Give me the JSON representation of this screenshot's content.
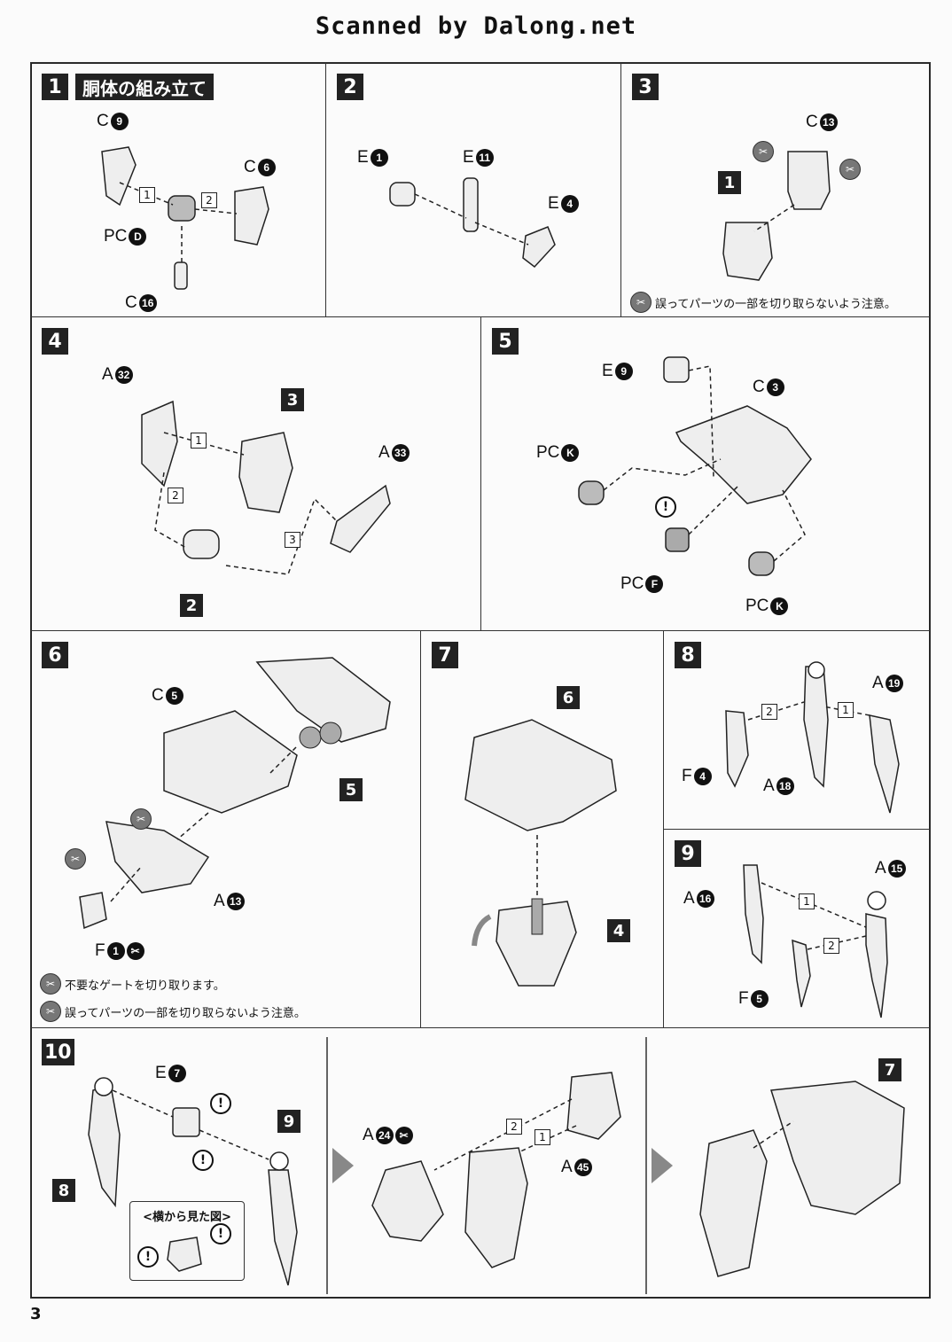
{
  "header": "Scanned by Dalong.net",
  "page_number": "3",
  "steps": [
    {
      "num": "1",
      "title": "胴体の組み立て"
    },
    {
      "num": "2"
    },
    {
      "num": "3"
    },
    {
      "num": "4"
    },
    {
      "num": "5"
    },
    {
      "num": "6"
    },
    {
      "num": "7"
    },
    {
      "num": "8"
    },
    {
      "num": "9"
    },
    {
      "num": "10"
    }
  ],
  "parts": {
    "s1": {
      "c9": {
        "l": "C",
        "n": "9"
      },
      "c6": {
        "l": "C",
        "n": "6"
      },
      "pcd": {
        "l": "PC",
        "n": "D"
      },
      "c16": {
        "l": "C",
        "n": "16"
      },
      "o1": "1",
      "o2": "2"
    },
    "s2": {
      "e1": {
        "l": "E",
        "n": "1"
      },
      "e11": {
        "l": "E",
        "n": "11"
      },
      "e4": {
        "l": "E",
        "n": "4"
      }
    },
    "s3": {
      "c13": {
        "l": "C",
        "n": "13"
      },
      "ref": "1"
    },
    "s4": {
      "a32": {
        "l": "A",
        "n": "32"
      },
      "a33": {
        "l": "A",
        "n": "33"
      },
      "ref3": "3",
      "ref2": "2",
      "o1": "1",
      "o2": "2",
      "o3": "3"
    },
    "s5": {
      "e9": {
        "l": "E",
        "n": "9"
      },
      "c3": {
        "l": "C",
        "n": "3"
      },
      "pck": {
        "l": "PC",
        "n": "K"
      },
      "pcf": {
        "l": "PC",
        "n": "F"
      },
      "pck2": {
        "l": "PC",
        "n": "K"
      }
    },
    "s6": {
      "c5": {
        "l": "C",
        "n": "5"
      },
      "ref5": "5",
      "a13": {
        "l": "A",
        "n": "13"
      },
      "f1": {
        "l": "F",
        "n": "1"
      }
    },
    "s7": {
      "ref6": "6",
      "ref4": "4"
    },
    "s8": {
      "a19": {
        "l": "A",
        "n": "19"
      },
      "f4": {
        "l": "F",
        "n": "4"
      },
      "a18": {
        "l": "A",
        "n": "18"
      },
      "o1": "1",
      "o2": "2"
    },
    "s9": {
      "a15": {
        "l": "A",
        "n": "15"
      },
      "a16": {
        "l": "A",
        "n": "16"
      },
      "f5": {
        "l": "F",
        "n": "5"
      },
      "o1": "1",
      "o2": "2"
    },
    "s10": {
      "e7": {
        "l": "E",
        "n": "7"
      },
      "ref9": "9",
      "ref8": "8",
      "a24": {
        "l": "A",
        "n": "24"
      },
      "a45": {
        "l": "A",
        "n": "45"
      },
      "ref7": "7",
      "o1": "1",
      "o2": "2",
      "side_view": "<横から見た図>"
    }
  },
  "notes": {
    "cut_gate": "不要なゲートを切り取ります。",
    "careful": "誤ってパーツの一部を切り取らないよう注意。"
  },
  "icons": [
    "nipper-icon",
    "caution-icon",
    "exclamation-icon",
    "next-arrow-icon"
  ]
}
